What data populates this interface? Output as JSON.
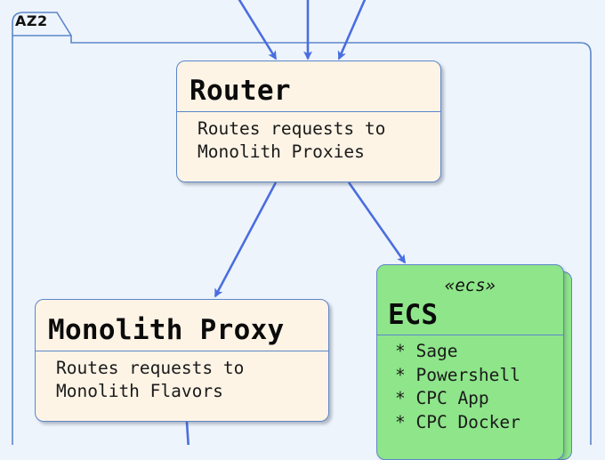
{
  "zone": {
    "label": "AZ2"
  },
  "router": {
    "title": "Router",
    "description_lines": [
      "Routes requests to",
      "Monolith Proxies"
    ]
  },
  "monolith_proxy": {
    "title": "Monolith Proxy",
    "description_lines": [
      "Routes requests to",
      "Monolith Flavors"
    ]
  },
  "ecs": {
    "stereotype": "«ecs»",
    "title": "ECS",
    "items": [
      "* Sage",
      "* Powershell",
      "* CPC App",
      "* CPC Docker"
    ]
  },
  "colors": {
    "arrow": "#4a6ee0",
    "frame_border": "#5b86c9",
    "node_fill": "#fdf4e6",
    "ecs_fill": "#8ee58a",
    "background": "#eef4fc"
  }
}
